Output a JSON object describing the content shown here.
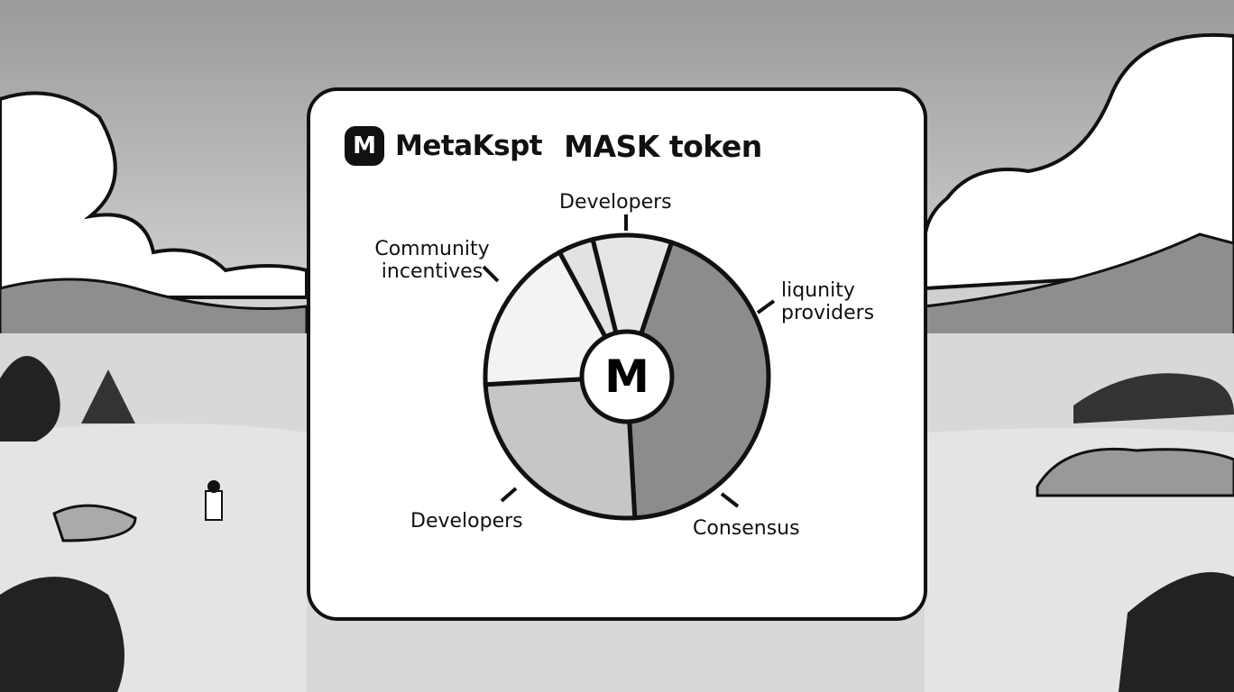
{
  "header": {
    "logo_letter": "M",
    "brand": "MetaKspt",
    "token": "MASK token"
  },
  "colors": {
    "outline": "#111111",
    "dark_slice": "#8c8c8c",
    "mid_slice": "#c6c6c6",
    "light_slice": "#f3f3f3"
  },
  "chart_data": {
    "type": "pie",
    "title": "MetaKspt MASK token",
    "center_label": "M",
    "slices": [
      {
        "label": "Developers",
        "value": 9,
        "color": "#e6e6e6"
      },
      {
        "label": "liqunity providers / Consensus",
        "value": 44,
        "color": "#8c8c8c"
      },
      {
        "label": "Developers",
        "value": 25,
        "color": "#c6c6c6"
      },
      {
        "label": "Community incentives",
        "value": 18,
        "color": "#f3f3f3"
      },
      {
        "label": "",
        "value": 4,
        "color": "#e2e2e2"
      }
    ],
    "labels": [
      "Developers",
      "liqunity providers",
      "Consensus",
      "Developers",
      "Community incentives"
    ]
  }
}
